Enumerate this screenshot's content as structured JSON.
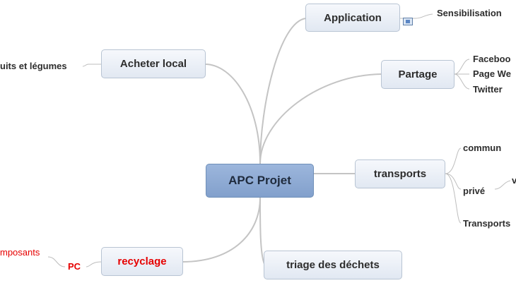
{
  "central": {
    "label": "APC Projet"
  },
  "topics": {
    "application": "Application",
    "acheter_local": "Acheter local",
    "partage": "Partage",
    "transports": "transports",
    "recyclage": "recyclage",
    "triage": "triage des déchets"
  },
  "subtopics": {
    "sensibilisation": "Sensibilisation",
    "fruits_legumes": "uits et légumes",
    "facebook": "Faceboo",
    "page_web": "Page We",
    "twitter": "Twitter",
    "commun": "commun",
    "prive": "privé",
    "prive_child": "v",
    "transports_child": "Transports",
    "composants": "mposants",
    "pc": "PC"
  },
  "colors": {
    "topic_fill": "#e6ecf5",
    "central_fill": "#8eaad4",
    "connector": "#c4c4c4",
    "red_text": "#e60000"
  },
  "icons": {
    "application_note": "note-icon"
  }
}
